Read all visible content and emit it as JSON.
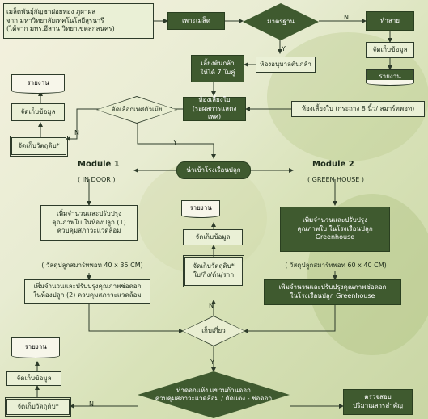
{
  "nodes": {
    "seed_source": "เมล็ดพันธุ์กัญชาฝอยทอง ภูผาผล\nจาก มหาวิทยาลัยเทคโนโลยีสุรนารี\n(ได้จาก มทร.อีสาน วิทยาเขตสกลนคร)",
    "germinate": "เพาะเมล็ด",
    "standard": "มาตรฐาน",
    "destroy": "ทำลาย",
    "store_data_1": "จัดเก็บข้อมูล",
    "report_1": "รายงาน",
    "grow_seedling": "เลี้ยงต้นกล้า\nให้ได้ 7 ใบคู่",
    "nursery_room": "ห้องอนุบาลต้นกล้า",
    "report_2": "รายงาน",
    "store_data_2": "จัดเก็บข้อมูล",
    "store_material_1": "จัดเก็บวัตถุดิบ*",
    "select_female": "คัดเลือกเพศตัวเมีย",
    "leaf_room": "ห้องเลี้ยงใบ\n(รอผลการแสดงเพศ)",
    "leaf_room_spec": "ห้องเลี้ยงใบ (กระถาง 8 นิ้ว/ สมาร์ทพอท)",
    "module1_title": "Module 1",
    "module1_sub": "( IN DOOR )",
    "module2_title": "Module 2",
    "module2_sub": "( GREEN HOUSE )",
    "into_greenhouse": "นำเข้าโรงเรือนปลูก",
    "m1_step1": "เพิ่มจำนวนและปรับปรุง\nคุณภาพใบ ในห้องปลูก (1)\nควบคุมสภาวะแวดล้อม",
    "m1_pot": "( วัสดุปลูกสมาร์ทพอท 40 x 35 CM)",
    "m1_step2": "เพิ่มจำนวนและปรับปรุงคุณภาพช่อดอก\nในห้องปลูก (2) ควบคุมสภาวะแวดล้อม",
    "report_3": "รายงาน",
    "store_data_3": "จัดเก็บข้อมูล",
    "store_material_2": "จัดเก็บวัตถุดิบ*\nใบ/กิ่ง/ต้น/ราก",
    "m2_step1": "เพิ่มจำนวนและปรับปรุง\nคุณภาพใบ ในโรงเรือนปลูก\nGreenhouse",
    "m2_pot": "( วัสดุปลูกสมาร์ทพอท 60 x 40 CM)",
    "m2_step2": "เพิ่มจำนวนและปรับปรุงคุณภาพช่อดอก\nในโรงเรือนปลูก Greenhouse",
    "harvest": "เก็บเกี่ยว",
    "report_4": "รายงาน",
    "store_data_4": "จัดเก็บข้อมูล",
    "store_material_3": "จัดเก็บวัตถุดิบ*",
    "dry_flower": "ทำดอกแห้ง แขวนก้านดอก\nควบคุมสภาวะแวดล้อม / ตัดแต่ง - ช่อดอก",
    "inspect": "ตรวจสอบ\nปริมาณสารสำคัญ"
  },
  "labels": {
    "n1": "N",
    "y1": "Y",
    "n2": "N",
    "y2": "Y",
    "n3": "N",
    "y3": "Y",
    "n4": "N"
  }
}
